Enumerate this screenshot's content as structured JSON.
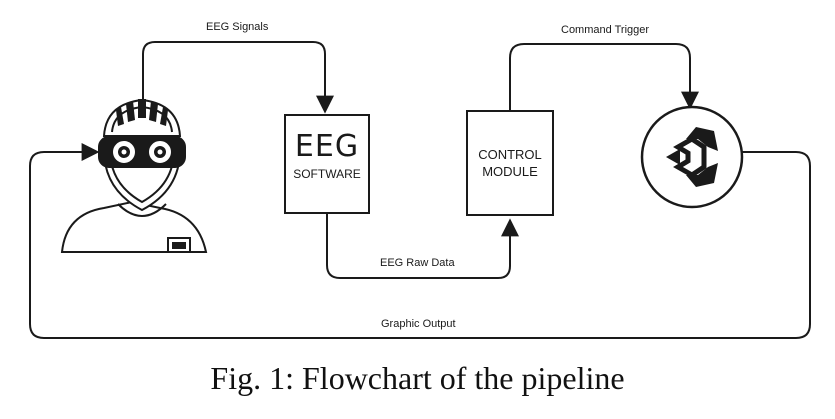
{
  "diagram": {
    "edges": {
      "eeg_signals": "EEG Signals",
      "command_trigger": "Command Trigger",
      "eeg_raw_data": "EEG Raw Data",
      "graphic_output": "Graphic Output"
    },
    "eeg_software": {
      "title": "EEG",
      "subtitle": "SOFTWARE"
    },
    "control_module": {
      "label": "CONTROL\nMODULE"
    },
    "icons": {
      "user": "vr-headset-user-icon",
      "engine": "unity-logo-icon"
    },
    "colors": {
      "stroke": "#1a1a1a",
      "background": "#ffffff"
    }
  },
  "caption": "Fig. 1: Flowchart of the pipeline"
}
